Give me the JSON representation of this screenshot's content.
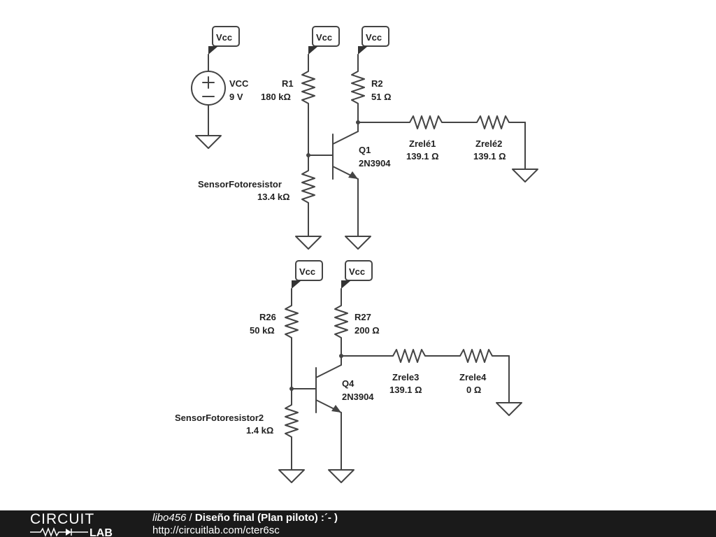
{
  "circuit1": {
    "vcc_labels": [
      "Vcc",
      "Vcc",
      "Vcc"
    ],
    "source": {
      "name": "VCC",
      "value": "9 V"
    },
    "r1": {
      "name": "R1",
      "value": "180 kΩ"
    },
    "r2": {
      "name": "R2",
      "value": "51 Ω"
    },
    "q1": {
      "name": "Q1",
      "value": "2N3904"
    },
    "sensor": {
      "name": "SensorFotoresistor",
      "value": "13.4 kΩ"
    },
    "zrele1": {
      "name": "Zrelé1",
      "value": "139.1 Ω"
    },
    "zrele2": {
      "name": "Zrelé2",
      "value": "139.1 Ω"
    }
  },
  "circuit2": {
    "vcc_labels": [
      "Vcc",
      "Vcc"
    ],
    "r26": {
      "name": "R26",
      "value": "50 kΩ"
    },
    "r27": {
      "name": "R27",
      "value": "200 Ω"
    },
    "q4": {
      "name": "Q4",
      "value": "2N3904"
    },
    "sensor": {
      "name": "SensorFotoresistor2",
      "value": "1.4 kΩ"
    },
    "zrele3": {
      "name": "Zrele3",
      "value": "139.1 Ω"
    },
    "zrele4": {
      "name": "Zrele4",
      "value": "0 Ω"
    }
  },
  "footer": {
    "logo_top": "CIRCUIT",
    "logo_bottom": "LAB",
    "user": "libo456",
    "separator": " / ",
    "title": "Diseño final (Plan piloto) :´- )",
    "url": "http://circuitlab.com/cter6sc"
  },
  "colors": {
    "wire": "#444444",
    "footer_bg": "#1a1a1a",
    "footer_text": "#ffffff"
  }
}
